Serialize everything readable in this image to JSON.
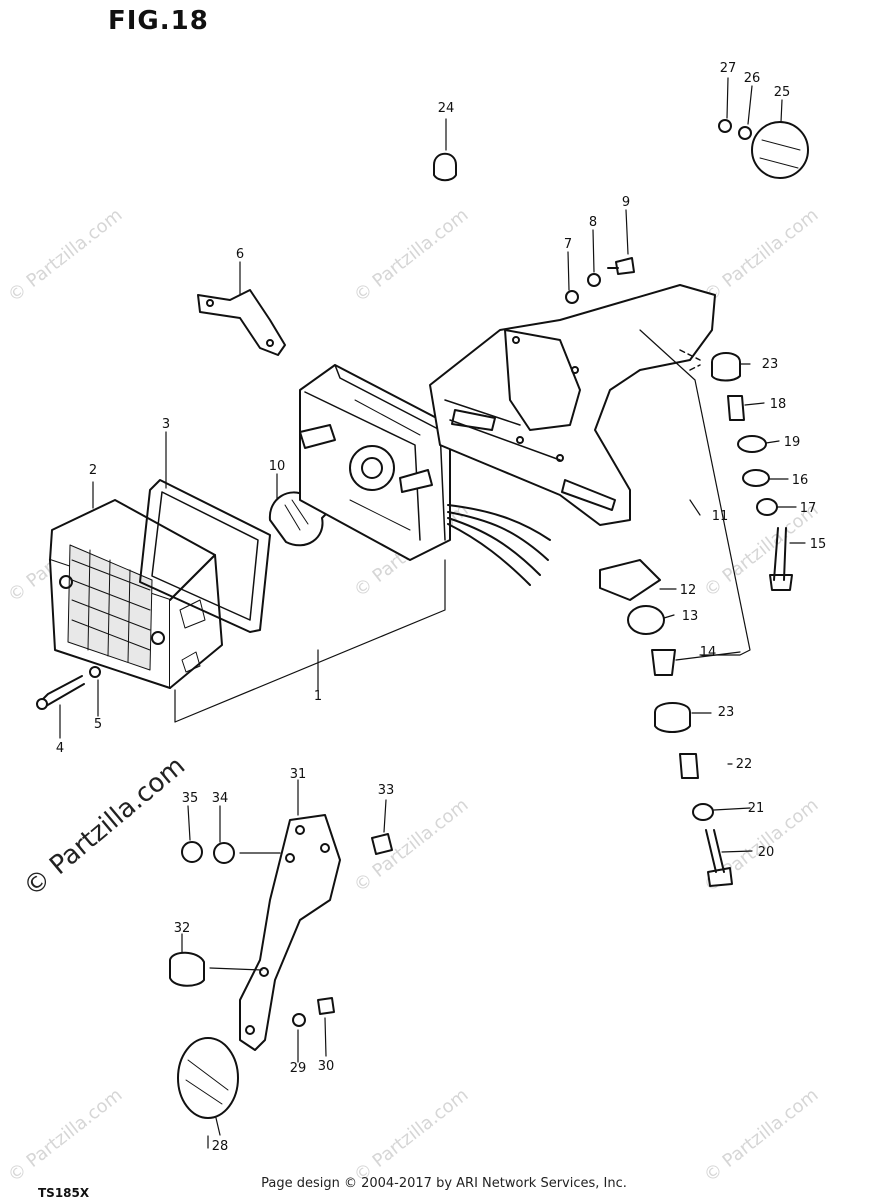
{
  "figure": {
    "title": "FIG.18",
    "model_label": "TS185X"
  },
  "footer": {
    "copyright": "Page design © 2004-2017 by ARI Network Services, Inc."
  },
  "watermark": {
    "text": "© Partzilla.com"
  },
  "parts": [
    {
      "id": "1"
    },
    {
      "id": "2"
    },
    {
      "id": "3"
    },
    {
      "id": "4"
    },
    {
      "id": "5"
    },
    {
      "id": "6"
    },
    {
      "id": "7"
    },
    {
      "id": "8"
    },
    {
      "id": "9"
    },
    {
      "id": "10"
    },
    {
      "id": "11"
    },
    {
      "id": "12"
    },
    {
      "id": "13"
    },
    {
      "id": "14"
    },
    {
      "id": "15"
    },
    {
      "id": "16"
    },
    {
      "id": "17"
    },
    {
      "id": "18"
    },
    {
      "id": "19"
    },
    {
      "id": "20"
    },
    {
      "id": "21"
    },
    {
      "id": "22"
    },
    {
      "id": "23"
    },
    {
      "id": "23"
    },
    {
      "id": "24"
    },
    {
      "id": "25"
    },
    {
      "id": "26"
    },
    {
      "id": "27"
    },
    {
      "id": "28"
    },
    {
      "id": "29"
    },
    {
      "id": "30"
    },
    {
      "id": "31"
    },
    {
      "id": "32"
    },
    {
      "id": "33"
    },
    {
      "id": "34"
    },
    {
      "id": "35"
    }
  ]
}
